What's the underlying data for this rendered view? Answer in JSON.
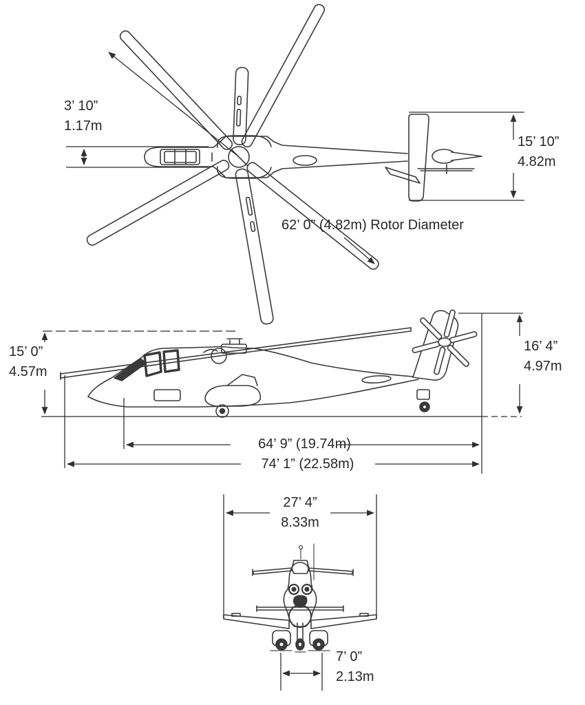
{
  "colors": {
    "background": "#ffffff",
    "line_ink": "#3a3a3a",
    "text_ink": "#272727"
  },
  "dimensions": {
    "fuselage_width": {
      "ft": "3’ 10”",
      "m": "1.17m"
    },
    "stabilizer_span": {
      "ft": "15’ 10”",
      "m": "4.82m"
    },
    "rotor_diameter": {
      "text": "62’ 0” (4.82m) Rotor Diameter"
    },
    "height_to_rotor_head": {
      "ft": "15’ 0”",
      "m": "4.57m"
    },
    "overall_height": {
      "ft": "16’ 4”",
      "m": "4.97m"
    },
    "fuselage_length": {
      "text": "64’ 9” (19.74m)"
    },
    "overall_length": {
      "text": "74’ 1” (22.58m)"
    },
    "wing_span": {
      "ft": "27’ 4”",
      "m": "8.33m"
    },
    "wheel_track": {
      "ft": "7’ 0”",
      "m": "2.13m"
    }
  }
}
